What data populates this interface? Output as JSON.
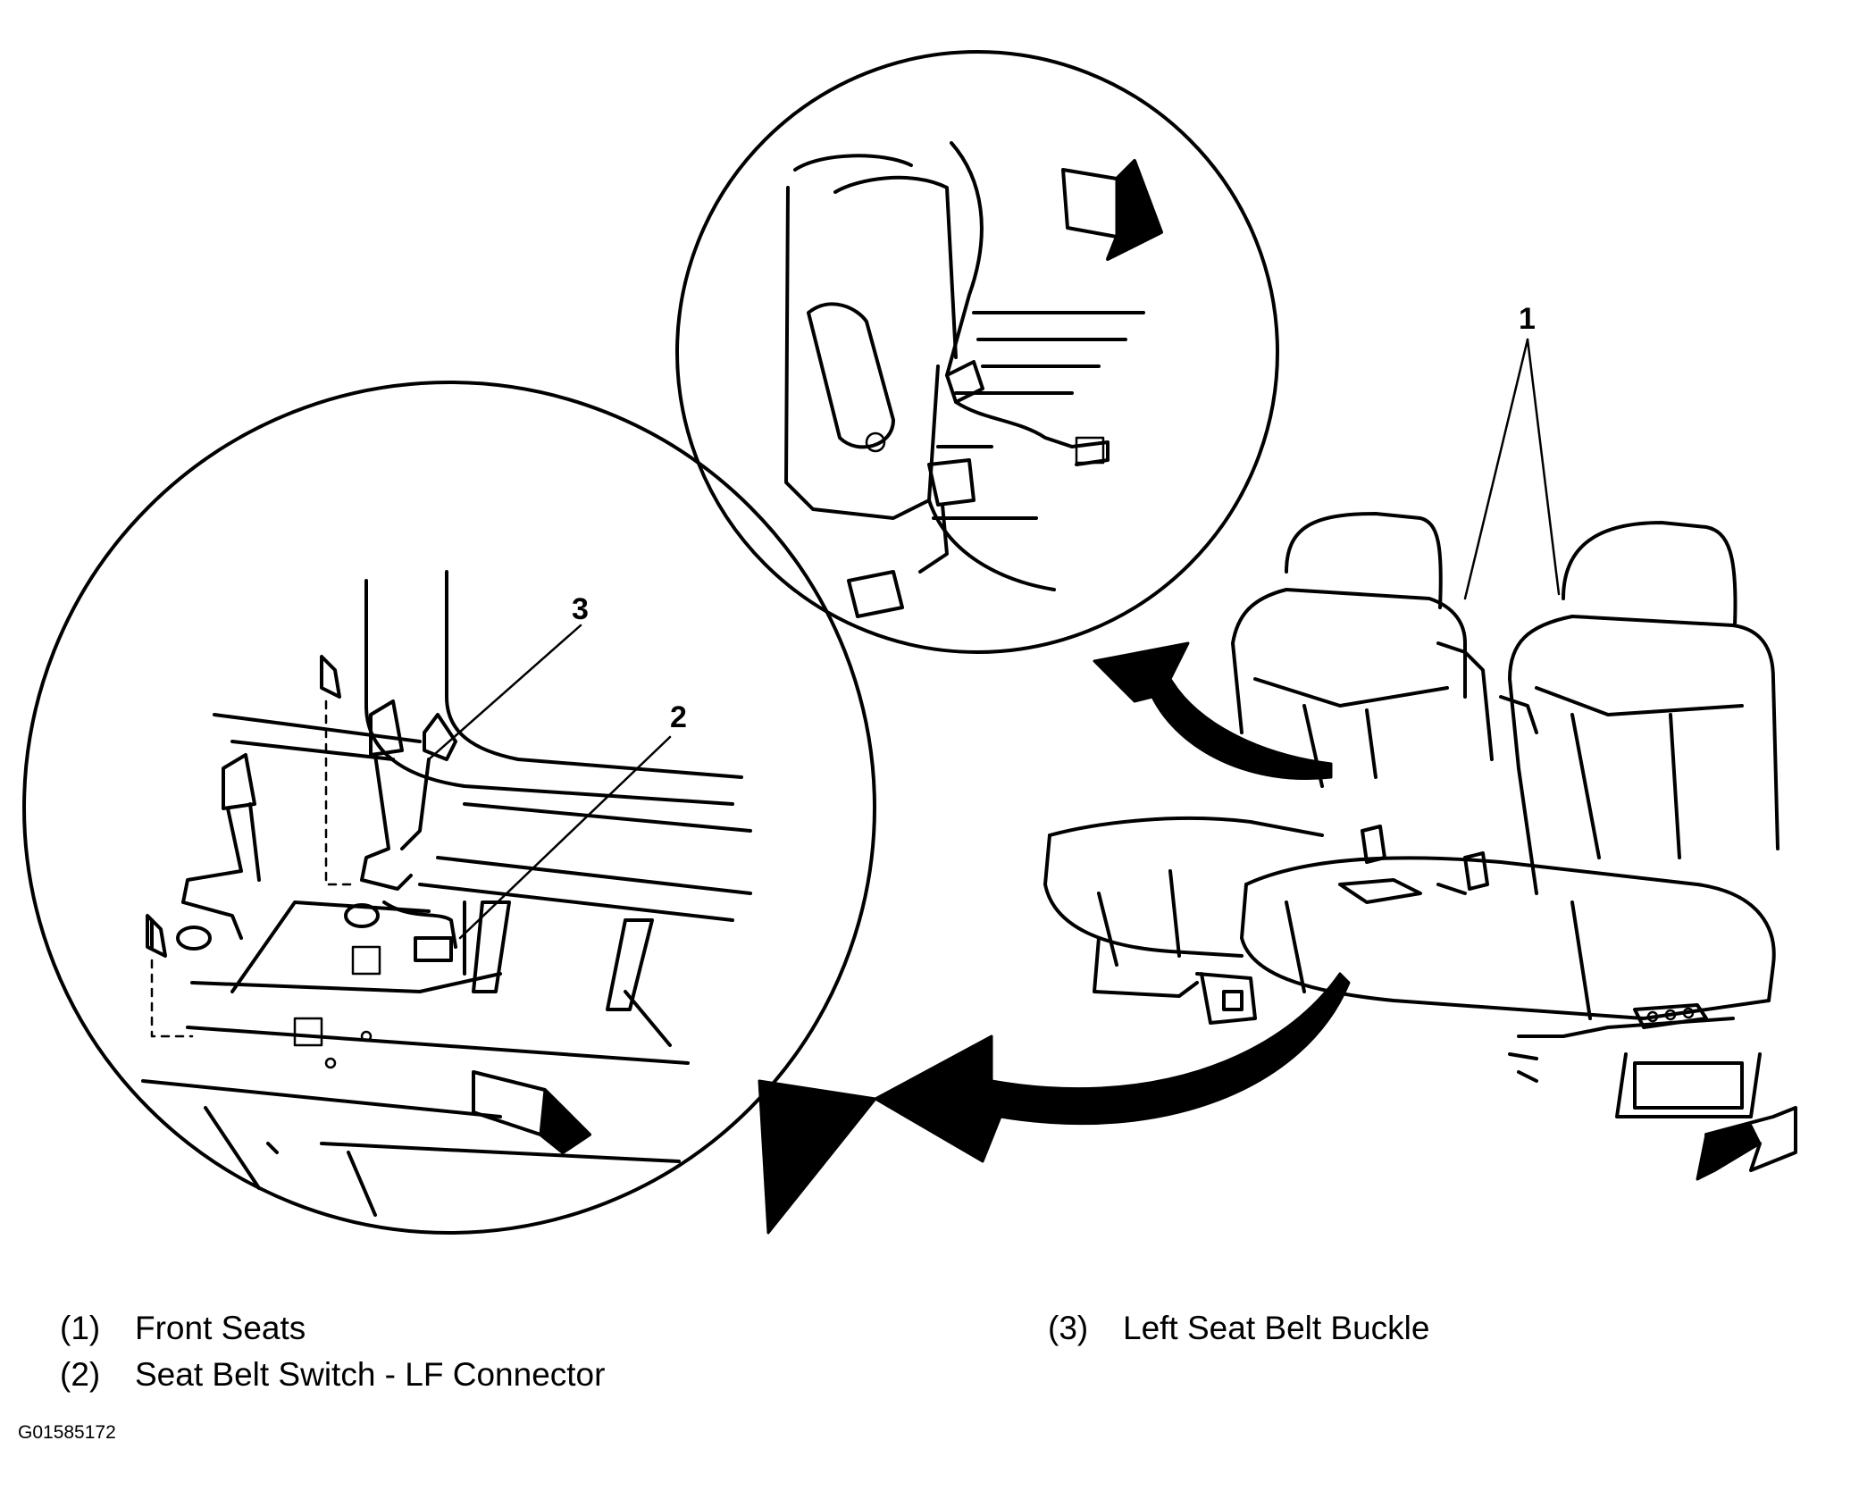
{
  "callouts": [
    {
      "number": "1"
    },
    {
      "number": "2"
    },
    {
      "number": "3"
    }
  ],
  "legend": [
    {
      "number": "(1)",
      "label": "Front Seats"
    },
    {
      "number": "(2)",
      "label": "Seat Belt Switch - LF Connector"
    },
    {
      "number": "(3)",
      "label": "Left Seat Belt Buckle"
    }
  ],
  "figure_id": "G01585172"
}
